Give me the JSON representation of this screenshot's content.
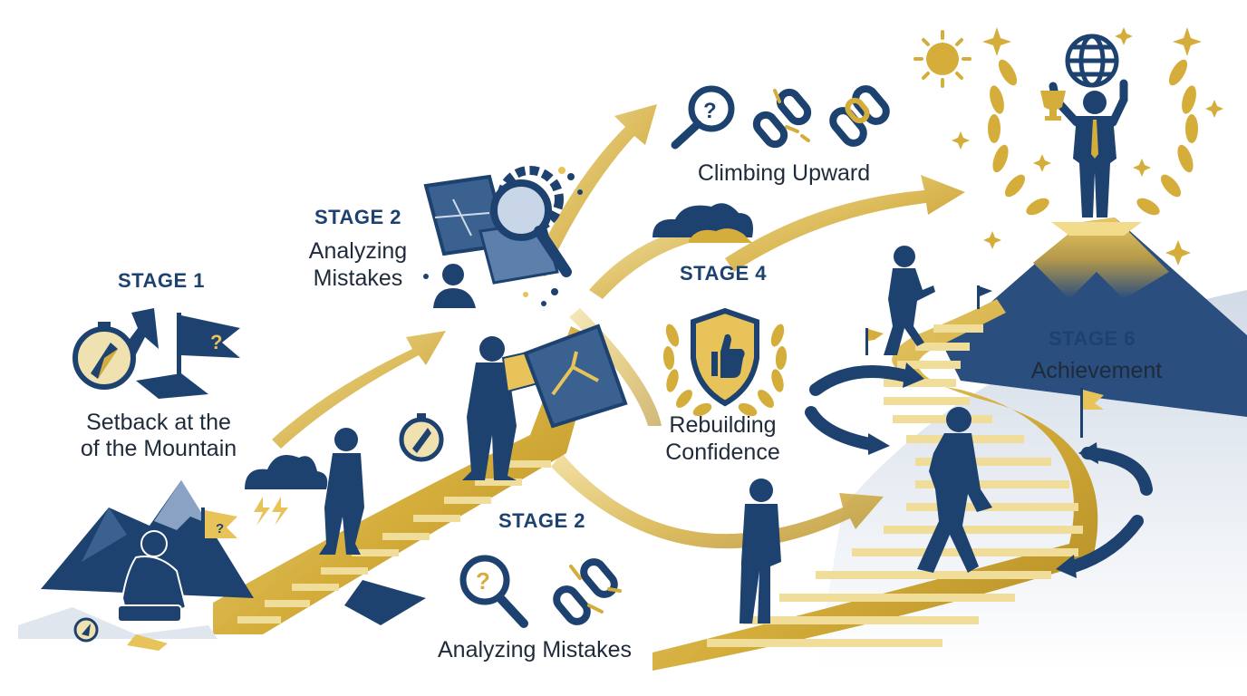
{
  "colors": {
    "navy": "#1d4270",
    "gold": "#d4ad3b",
    "gold_light": "#ead18a",
    "gold_dark": "#b18a22",
    "text": "#1f2a3a",
    "mist": "#dfe6ee"
  },
  "stages": [
    {
      "id": "stage1",
      "stage_label": "STAGE 1",
      "description_lines": [
        "Setback at the",
        "of the Mountain"
      ]
    },
    {
      "id": "stage2-top",
      "stage_label": "STAGE 2",
      "description_lines": [
        "Analyzing",
        "Mistakes"
      ]
    },
    {
      "id": "stage2-bottom",
      "stage_label": "STAGE 2",
      "description_lines": [
        "Analyzing Mistakes"
      ]
    },
    {
      "id": "climbing",
      "stage_label": "",
      "description_lines": [
        "Climbing Upward"
      ]
    },
    {
      "id": "stage4",
      "stage_label": "STAGE 4",
      "description_lines": [
        "Rebuilding",
        "Confidence"
      ]
    },
    {
      "id": "stage6",
      "stage_label": "STAGE 6",
      "description_lines": [
        "Achievement"
      ]
    }
  ],
  "icons": [
    "compass-icon",
    "broken-arrow-icon",
    "question-flag-icon",
    "mountain-icon",
    "sitting-person-icon",
    "storm-cloud-icon",
    "broken-map-icon",
    "magnifier-gear-icon",
    "thinking-person-icon",
    "walking-person-icon",
    "map-holding-person-icon",
    "question-magnifier-icon",
    "broken-chain-icon",
    "chain-link-icon",
    "cloud-icon",
    "shield-thumbs-up-icon",
    "laurel-wreath-icon",
    "climbing-person-icon",
    "standing-person-icon",
    "trophy-person-icon",
    "globe-icon",
    "sun-icon",
    "summit-mountain-icon",
    "circular-arrow-icon",
    "sparkle-icon"
  ]
}
